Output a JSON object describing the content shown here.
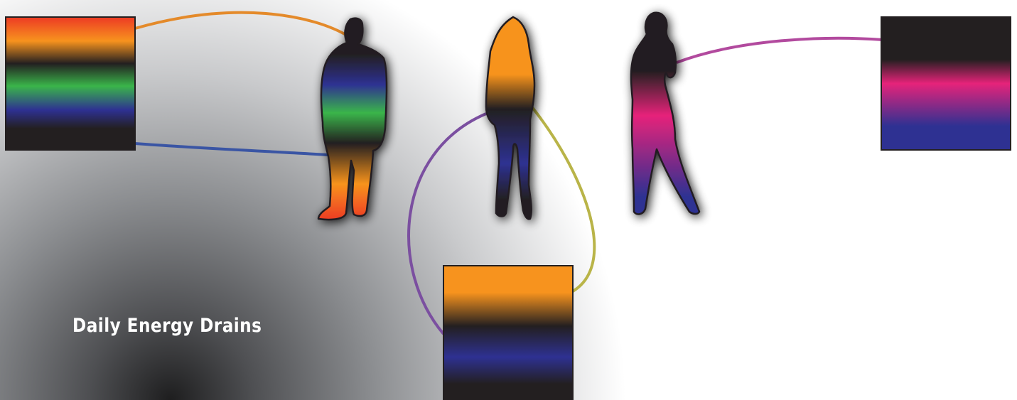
{
  "title": "Daily Energy Drains",
  "colors": {
    "black": "#231f20",
    "orange": "#f7931e",
    "red": "#ed3a24",
    "green": "#3ab54a",
    "blue": "#2e3192",
    "pink": "#e6237a",
    "connector_orange": "#e48a2a",
    "connector_blue": "#3a55a4",
    "connector_purple": "#7b4fa0",
    "connector_olive": "#b9b448",
    "connector_magenta": "#b24a9e"
  },
  "figures": [
    {
      "id": "man",
      "gradient": [
        "black",
        "blue",
        "green",
        "black",
        "orange",
        "red"
      ]
    },
    {
      "id": "woman-long-hair",
      "gradient": [
        "orange",
        "black",
        "blue",
        "black"
      ]
    },
    {
      "id": "woman-hand-on-hip",
      "gradient": [
        "black",
        "pink",
        "blue"
      ]
    }
  ],
  "swatches": [
    {
      "id": "man",
      "bands": [
        "red",
        "orange",
        "black",
        "green",
        "blue",
        "black"
      ]
    },
    {
      "id": "woman-long-hair",
      "bands": [
        "orange",
        "black",
        "blue",
        "black"
      ]
    },
    {
      "id": "woman-hand-on-hip",
      "bands": [
        "black",
        "pink",
        "blue"
      ]
    }
  ]
}
